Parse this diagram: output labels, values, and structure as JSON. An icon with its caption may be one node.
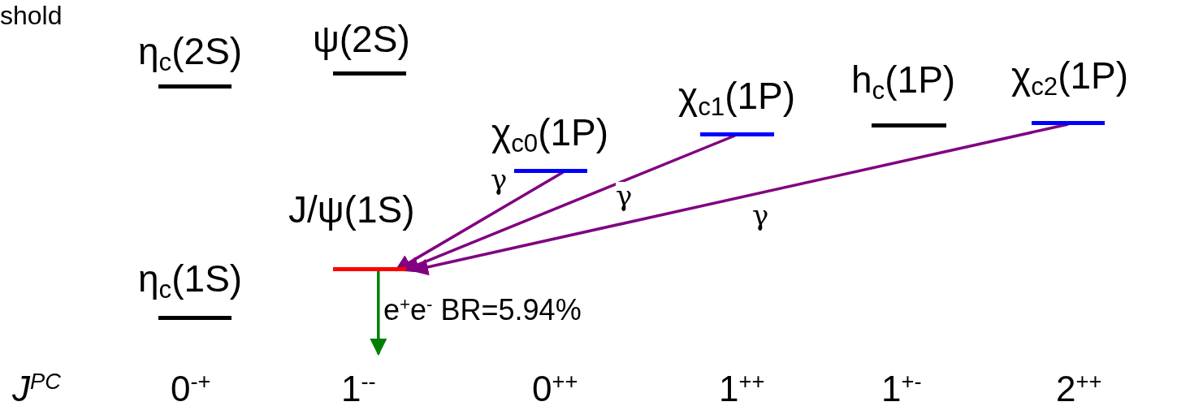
{
  "diagram": {
    "nodes": [
      {
        "text": [
          "η$_{c}$(2S)"
        ]
      },
      {
        "text": [
          "ψ(2S)"
        ]
      },
      {
        "text": [
          "χ$_{c0}$(1P)"
        ]
      },
      {
        "text": [
          "χ$_{c1}$(1P)"
        ]
      },
      {
        "text": [
          "h$_{c}$(1P)"
        ]
      },
      {
        "text": [
          "χ$_{c2}$(1P)"
        ]
      },
      {
        "text": [
          "J/ψ(1S)"
        ]
      },
      {
        "text": [
          "η$_{c}$(1S)"
        ]
      }
    ],
    "edges": [
      {
        "from": 2,
        "to": 6,
        "arrow": "to",
        "label": "γ"
      },
      {
        "from": 3,
        "to": 6,
        "arrow": "to",
        "label": "γ"
      },
      {
        "from": 5,
        "to": 6,
        "arrow": "to",
        "label": "γ"
      },
      {
        "from": 6,
        "to": null,
        "arrow": "to",
        "label": "e$^{+}$e$^{-}$ BR=5.94%",
        "color": "#008000"
      }
    ],
    "labels": [
      "shold",
      "J$^{PC}$",
      "0$^{-+}$",
      "1$^{--}$",
      "0$^{++}$",
      "1$^{++}$",
      "1$^{+-}$",
      "2$^{++}$"
    ]
  }
}
